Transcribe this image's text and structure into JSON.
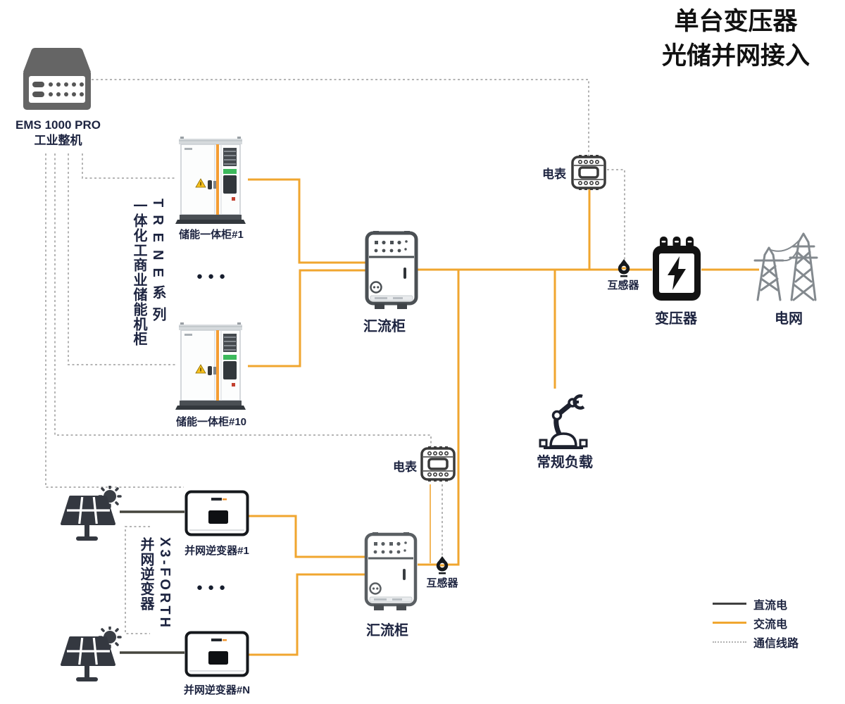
{
  "title": {
    "line1": "单台变压器",
    "line2": "光储并网接入"
  },
  "ems": {
    "name": "EMS 1000 PRO",
    "subtitle": "工业整机"
  },
  "storage": {
    "series_label": "TRENE系列",
    "group_label": "一体化工商业储能机柜",
    "cabinet1": "储能一体柜#1",
    "cabinet10": "储能一体柜#10",
    "ellipsis": "●●●"
  },
  "pv": {
    "series_label": "X3-FORTH",
    "group_label": "并网逆变器",
    "inverter1": "并网逆变器#1",
    "inverterN": "并网逆变器#N",
    "ellipsis": "●●●"
  },
  "combiner_top": "汇流柜",
  "combiner_bottom": "汇流柜",
  "meter_top": "电表",
  "meter_bottom": "电表",
  "ct_top": "互感器",
  "ct_bottom": "互感器",
  "transformer": "变压器",
  "grid": "电网",
  "load": "常规负载",
  "legend": {
    "dc": "直流电",
    "ac": "交流电",
    "comm": "通信线路"
  },
  "colors": {
    "ac_line": "#F0A62F",
    "dc_line": "#3F3F3F",
    "comm_line": "#B4B4B4",
    "label_text": "#1D2440",
    "title_text": "#111111",
    "cabinet_stripe": "#F49D33",
    "warning_yellow": "#F6C01E",
    "led_green": "#3CB95C"
  }
}
